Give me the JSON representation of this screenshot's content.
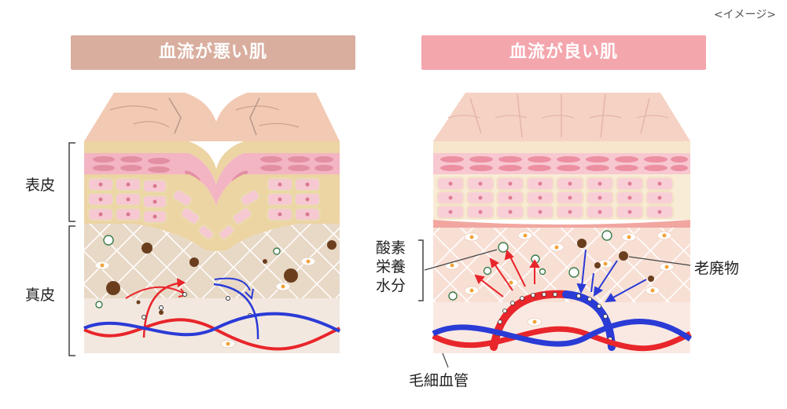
{
  "note": "<イメージ>",
  "panels": {
    "bad": {
      "title": "血流が悪い肌"
    },
    "good": {
      "title": "血流が良い肌"
    }
  },
  "labels": {
    "epidermis": "表皮",
    "dermis": "真皮",
    "nutrients_line1": "酸素",
    "nutrients_line2": "栄養",
    "nutrients_line3": "水分",
    "waste": "老廃物",
    "capillary": "毛細血管"
  },
  "colors": {
    "bad_header": "#d9ae9f",
    "good_header": "#f4a6ad",
    "artery": "#e8262b",
    "vein": "#2a3bd6",
    "waste": "#6b3f1e"
  }
}
